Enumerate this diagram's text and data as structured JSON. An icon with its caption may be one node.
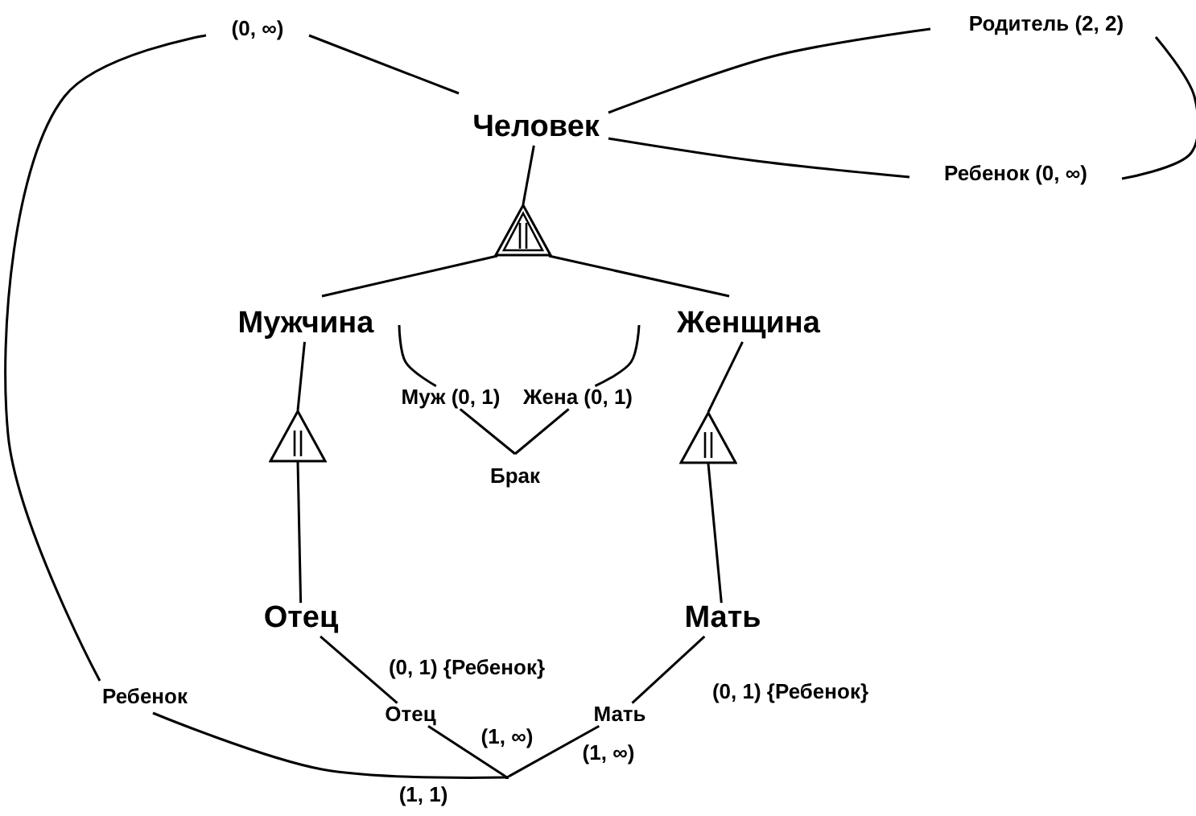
{
  "diagram": {
    "nodes": [
      {
        "text": [
          "Человек"
        ]
      },
      {
        "text": [
          "Родитель (2, 2)"
        ]
      },
      {
        "text": [
          "Ребенок (0, ∞)"
        ]
      },
      {
        "text": [],
        "shape": "triangle"
      },
      {
        "text": [
          "Мужчина"
        ]
      },
      {
        "text": [
          "Женщина"
        ]
      },
      {
        "text": [
          "Муж (0, 1)"
        ]
      },
      {
        "text": [
          "Жена (0, 1)"
        ]
      },
      {
        "text": [
          "Брак"
        ]
      },
      {
        "text": [],
        "shape": "triangle"
      },
      {
        "text": [],
        "shape": "triangle"
      },
      {
        "text": [
          "Отец"
        ]
      },
      {
        "text": [
          "Мать"
        ]
      },
      {
        "text": [
          "Отец"
        ]
      },
      {
        "text": [
          "Мать"
        ]
      },
      {
        "text": [
          "Ребенок"
        ]
      },
      {
        "text": [],
        "shape": "point"
      },
      {
        "text": [
          "(0, ∞)"
        ]
      }
    ],
    "edges": [
      {
        "from": 0,
        "to": 1,
        "arrow": "none"
      },
      {
        "from": 0,
        "to": 2,
        "arrow": "none"
      },
      {
        "from": 1,
        "to": 2,
        "arrow": "none"
      },
      {
        "from": 0,
        "to": 3,
        "arrow": "none"
      },
      {
        "from": 3,
        "to": 4,
        "arrow": "none"
      },
      {
        "from": 3,
        "to": 5,
        "arrow": "none"
      },
      {
        "from": 4,
        "to": 6,
        "arrow": "none"
      },
      {
        "from": 5,
        "to": 7,
        "arrow": "none"
      },
      {
        "from": 6,
        "to": 8,
        "arrow": "none"
      },
      {
        "from": 7,
        "to": 8,
        "arrow": "none"
      },
      {
        "from": 4,
        "to": 9,
        "arrow": "none"
      },
      {
        "from": 9,
        "to": 11,
        "arrow": "none"
      },
      {
        "from": 5,
        "to": 10,
        "arrow": "none"
      },
      {
        "from": 10,
        "to": 12,
        "arrow": "none"
      },
      {
        "from": 11,
        "to": 13,
        "arrow": "none"
      },
      {
        "from": 13,
        "to": 16,
        "arrow": "none"
      },
      {
        "from": 12,
        "to": 14,
        "arrow": "none"
      },
      {
        "from": 14,
        "to": 16,
        "arrow": "none"
      },
      {
        "from": 16,
        "to": 15,
        "arrow": "none"
      },
      {
        "from": 15,
        "to": 17,
        "arrow": "none"
      },
      {
        "from": 17,
        "to": 0,
        "arrow": "none"
      }
    ],
    "labels": [
      "(0, 1) {Ребенок}",
      "(0, 1) {Ребенок}",
      "(1, ∞)",
      "(1, ∞)",
      "(1, 1)"
    ]
  }
}
